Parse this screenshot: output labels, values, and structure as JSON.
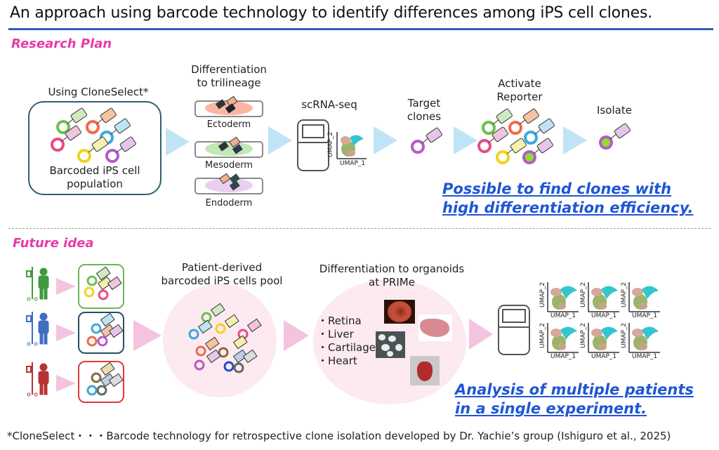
{
  "title": "An approach using barcode technology to identify differences among iPS cell clones.",
  "colors": {
    "accent_rule": "#2b5fbf",
    "section_heading": "#e83aa8",
    "callout": "#1f56d6",
    "arrow_blue": "#bfe4f6",
    "arrow_pink": "#f4c3df"
  },
  "research_plan": {
    "heading": "Research Plan",
    "step1": {
      "caption": "Using CloneSelect*",
      "box_label_line1": "Barcoded iPS cell",
      "box_label_line2": "population"
    },
    "step2": {
      "caption_line1": "Differentiation",
      "caption_line2": "to trilineage",
      "dishes": [
        "Ectoderm",
        "Mesoderm",
        "Endoderm"
      ]
    },
    "step3": {
      "caption": "scRNA-seq",
      "umap_x": "UMAP_1",
      "umap_y": "UMAP_2"
    },
    "step4": {
      "caption_line1": "Target",
      "caption_line2": "clones"
    },
    "step5": {
      "caption_line1": "Activate",
      "caption_line2": "Reporter"
    },
    "step6": {
      "caption": "Isolate"
    },
    "callout_line1": "Possible to find clones with",
    "callout_line2": "high differentiation efficiency."
  },
  "future_idea": {
    "heading": "Future idea",
    "patients": [
      {
        "name": "patient-green",
        "color": "#3f9a3f"
      },
      {
        "name": "patient-blue",
        "color": "#3c6fbf"
      },
      {
        "name": "patient-red",
        "color": "#b73232"
      }
    ],
    "pool": {
      "caption_line1": "Patient-derived",
      "caption_line2": "barcoded iPS cells pool"
    },
    "organoids": {
      "caption_line1": "Differentiation to organoids",
      "caption_line2": "at PRIMe",
      "items": [
        "・Retina",
        "・Liver",
        "・Cartilage",
        "・Heart"
      ]
    },
    "analysis": {
      "umap_x": "UMAP_1",
      "umap_y": "UMAP_2",
      "plot_count": 6
    },
    "callout_line1": "Analysis of multiple patients",
    "callout_line2": "in a single experiment."
  },
  "footnote": "*CloneSelect・・・Barcode technology for retrospective clone isolation developed by Dr. Yachie’s group (Ishiguro et al., 2025)"
}
